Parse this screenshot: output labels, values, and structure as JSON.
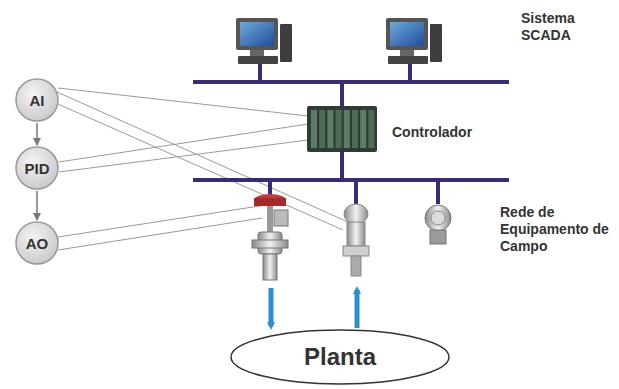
{
  "diagram": {
    "nodes": [
      {
        "text": [
          "AI"
        ]
      },
      {
        "text": [
          "PID"
        ]
      },
      {
        "text": [
          "AO"
        ]
      },
      {
        "text": [
          "Planta"
        ]
      }
    ],
    "edges": [
      {
        "from": 0,
        "to": 1,
        "arrow": "to"
      },
      {
        "from": 1,
        "to": 2,
        "arrow": "to"
      }
    ],
    "labels": [
      "Sistema SCADA",
      "Controlador",
      "Rede de Equipamento de Campo"
    ]
  }
}
